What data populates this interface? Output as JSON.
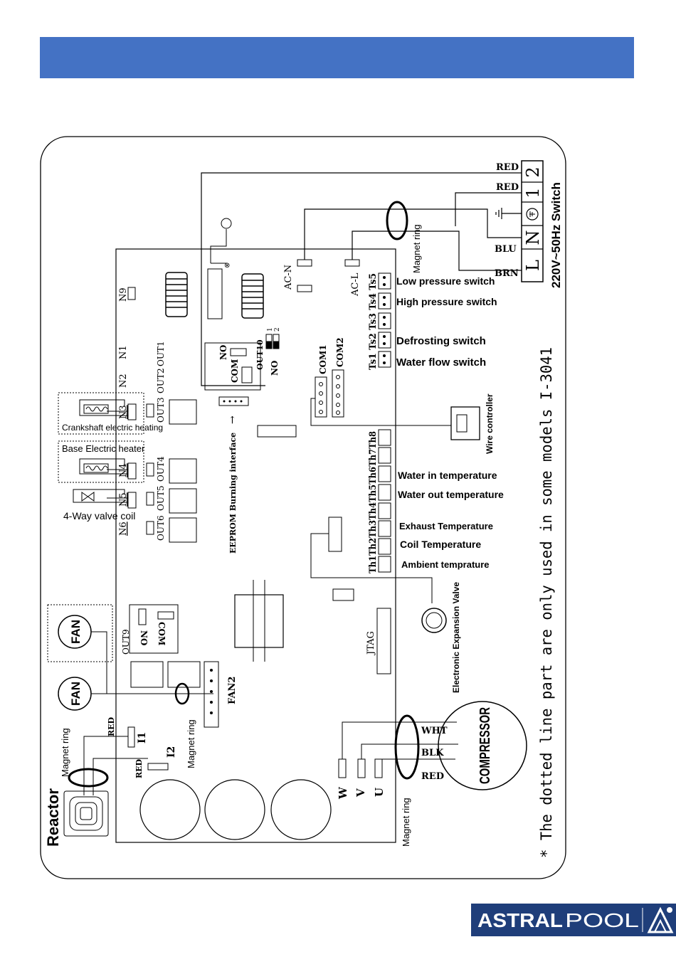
{
  "labels": {
    "power_switch": "220V~50Hz Switch",
    "terminal_1": "1",
    "terminal_2": "2",
    "terminal_L": "L",
    "terminal_N": "N",
    "wire_red_top_1": "RED",
    "wire_red_top_2": "RED",
    "wire_blu": "BLU",
    "wire_brn": "BRN",
    "magnet_ring_power": "Magnet ring",
    "ac_n": "AC-N",
    "ac_l": "AC-L",
    "ts_header": "Ts1 Ts2 Ts3 Ts4 Ts5",
    "low_pressure": "Low pressure switch",
    "high_pressure": "High pressure switch",
    "defrosting": "Defrosting switch",
    "water_flow": "Water flow switch",
    "com1": "COM1",
    "com2": "COM2",
    "wire_controller": "Wire controller",
    "th_header": "Th1Th2Th3Th4Th5Th6Th7Th8",
    "water_in": "Water in temperature",
    "water_out": "Water out temperature",
    "exhaust": "Exhaust Temperature",
    "coil": "Coil Temperature",
    "ambient": "Ambient temprature",
    "eev": "Electronic Expansion Valve",
    "jtag": "JTAG",
    "compressor": "COMPRESSOR",
    "wht": "WHT",
    "blk": "BLK",
    "red_comp": "RED",
    "magnet_ring_comp": "Magnet ring",
    "w": "W",
    "v": "V",
    "u": "U",
    "note": "* The dotted line part are only used in some models   I-3041",
    "n9": "N9",
    "n1": "N1",
    "n2": "N2",
    "n3": "N3",
    "n4": "N4",
    "n5": "N5",
    "n6": "N6",
    "out1": "OUT1",
    "out2": "OUT2",
    "out3": "OUT3",
    "out4": "OUT4",
    "out5": "OUT5",
    "out6": "OUT6",
    "out9": "OUT9",
    "out10": "OUT10",
    "no": "NO",
    "com": "COM",
    "no_out10": "NO",
    "dip_1": "1",
    "dip_2": "2",
    "crankshaft": "Crankshaft electric heating",
    "base_heater": "Base Electric heater",
    "four_way": "4-Way valve coil",
    "eeprom": "EEPROM Burning interface",
    "no_out9": "NO",
    "com_out9": "COM",
    "fan_top": "FAN",
    "fan_bottom": "FAN",
    "fan2": "FAN2",
    "magnet_ring_fan": "Magnet ring",
    "magnet_ring_reactor": "Magnet ring",
    "red_i1": "RED",
    "i1": "I1",
    "i2": "I2",
    "red_i2": "RED",
    "reactor": "Reactor"
  },
  "logo": {
    "text_bold": "ASTRAL",
    "text_light": "POOL"
  },
  "colors": {
    "header": "#4472c4",
    "logo_bg": "#1f3e7a"
  }
}
